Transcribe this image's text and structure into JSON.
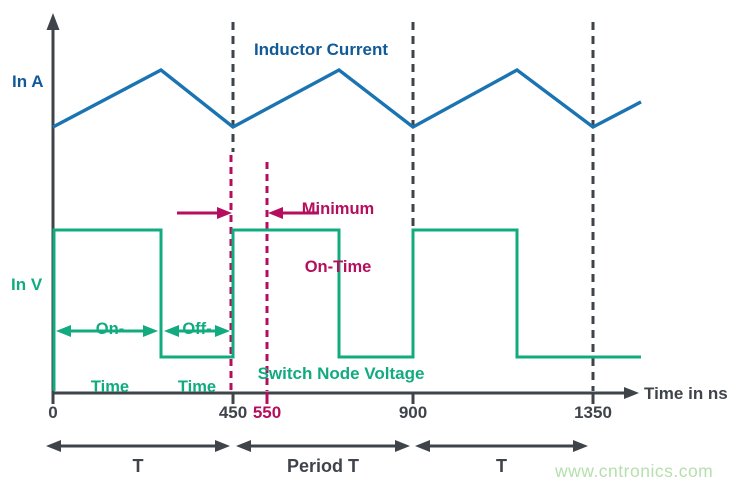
{
  "colors": {
    "blue_line": "#1b74b2",
    "blue_text": "#125a97",
    "green": "#12ab80",
    "crimson": "#b60e5e",
    "dark": "#3f444b",
    "watermark": "#b5e0ad",
    "background": "#ffffff"
  },
  "labels": {
    "y_axis_top": "In A",
    "y_axis_bottom": "In V",
    "inductor_current": "Inductor Current",
    "switch_node_voltage": "Switch Node Voltage",
    "minimum_on_time_line1": "Minimum",
    "minimum_on_time_line2": "On-Time",
    "on_time_line1": "On-",
    "on_time_line2": "Time",
    "off_time_line1": "Off-",
    "off_time_line2": "Time",
    "time_axis": "Time in ns",
    "watermark": "www.cntronics.com"
  },
  "chart_data": {
    "type": "line",
    "title": "",
    "xlabel": "Time in ns",
    "x_range_ns": [
      0,
      1470
    ],
    "grid": false,
    "x_ticks": [
      {
        "value": 0,
        "label": "0",
        "color": "dark"
      },
      {
        "value": 450,
        "label": "450",
        "color": "dark"
      },
      {
        "value": 550,
        "label": "550",
        "color": "crimson"
      },
      {
        "value": 900,
        "label": "900",
        "color": "dark"
      },
      {
        "value": 1350,
        "label": "1350",
        "color": "dark"
      }
    ],
    "guide_lines": [
      {
        "t": 450,
        "extent": "split",
        "color": "dark+crimson"
      },
      {
        "t": 550,
        "extent": "lower",
        "color": "crimson"
      },
      {
        "t": 900,
        "extent": "upper",
        "color": "dark"
      },
      {
        "t": 1350,
        "extent": "full",
        "color": "dark"
      }
    ],
    "series": [
      {
        "name": "Inductor Current",
        "unit": "A",
        "color": "blue",
        "shape": "triangle",
        "points": [
          [
            0,
            0
          ],
          [
            270,
            1
          ],
          [
            450,
            0
          ],
          [
            715,
            1
          ],
          [
            900,
            0
          ],
          [
            1160,
            1
          ],
          [
            1350,
            0
          ],
          [
            1470,
            0.44
          ]
        ]
      },
      {
        "name": "Switch Node Voltage",
        "unit": "V",
        "color": "green",
        "shape": "square",
        "points": [
          [
            0,
            1
          ],
          [
            270,
            1
          ],
          [
            270,
            0
          ],
          [
            450,
            0
          ],
          [
            450,
            1
          ],
          [
            715,
            1
          ],
          [
            715,
            0
          ],
          [
            900,
            0
          ],
          [
            900,
            1
          ],
          [
            1160,
            1
          ],
          [
            1160,
            0
          ],
          [
            1470,
            0
          ]
        ]
      }
    ],
    "annotations": {
      "period_ns": 450,
      "min_on_time_span": [
        450,
        550
      ],
      "on_time_span": [
        0,
        270
      ],
      "off_time_span": [
        270,
        450
      ],
      "period_spans": [
        {
          "label": "T",
          "from": 0,
          "to": 450
        },
        {
          "label": "Period T",
          "from": 450,
          "to": 900
        },
        {
          "label": "T",
          "from": 900,
          "to": 1350
        }
      ]
    }
  }
}
